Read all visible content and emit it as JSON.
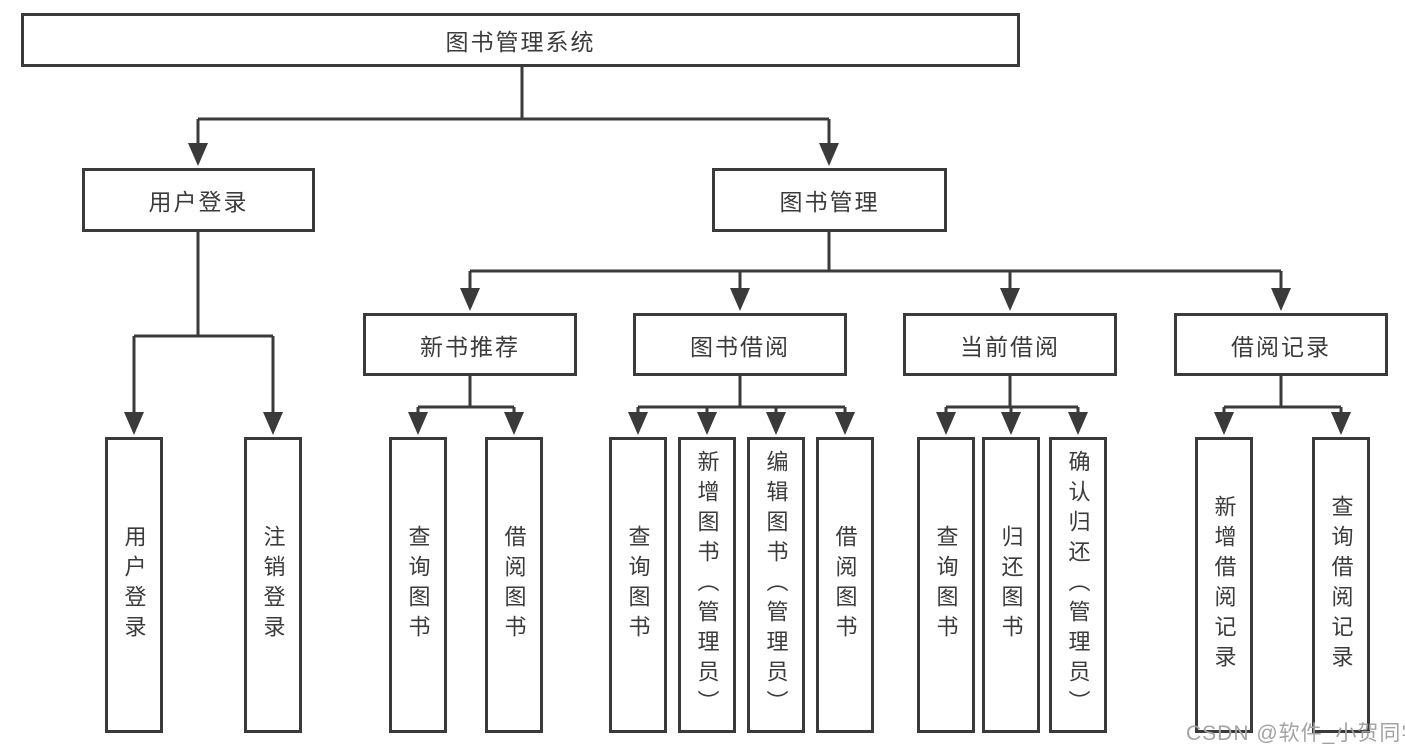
{
  "diagram": {
    "type": "hierarchy-tree",
    "orientation": "top-down",
    "background": "#ffffff"
  },
  "colors": {
    "line": "#3a3a3a",
    "box_border": "#3a3a3a",
    "box_fill": "#ffffff",
    "text": "#3b3b3b",
    "watermark": "#a3a3a3"
  },
  "levels": {
    "root": {
      "label": "图书管理系统"
    },
    "level2": [
      {
        "label": "用户登录"
      },
      {
        "label": "图书管理"
      }
    ],
    "level3": [
      {
        "label": "新书推荐"
      },
      {
        "label": "图书借阅"
      },
      {
        "label": "当前借阅"
      },
      {
        "label": "借阅记录"
      }
    ],
    "leaves": [
      {
        "label": "用户登录",
        "parent": "用户登录"
      },
      {
        "label": "注销登录",
        "parent": "用户登录"
      },
      {
        "label": "查询图书",
        "parent": "新书推荐"
      },
      {
        "label": "借阅图书",
        "parent": "新书推荐"
      },
      {
        "label": "查询图书",
        "parent": "图书借阅"
      },
      {
        "label": "新增图书（管理员）",
        "parent": "图书借阅"
      },
      {
        "label": "编辑图书（管理员）",
        "parent": "图书借阅"
      },
      {
        "label": "借阅图书",
        "parent": "图书借阅"
      },
      {
        "label": "查询图书",
        "parent": "当前借阅"
      },
      {
        "label": "归还图书",
        "parent": "当前借阅"
      },
      {
        "label": "确认归还（管理员）",
        "parent": "当前借阅"
      },
      {
        "label": "新增借阅记录",
        "parent": "借阅记录"
      },
      {
        "label": "查询借阅记录",
        "parent": "借阅记录"
      }
    ]
  },
  "hierarchy": {
    "图书管理系统": [
      "用户登录",
      "图书管理"
    ],
    "用户登录": [
      "用户登录",
      "注销登录"
    ],
    "图书管理": [
      "新书推荐",
      "图书借阅",
      "当前借阅",
      "借阅记录"
    ],
    "新书推荐": [
      "查询图书",
      "借阅图书"
    ],
    "图书借阅": [
      "查询图书",
      "新增图书（管理员）",
      "编辑图书（管理员）",
      "借阅图书"
    ],
    "当前借阅": [
      "查询图书",
      "归还图书",
      "确认归还（管理员）"
    ],
    "借阅记录": [
      "新增借阅记录",
      "查询借阅记录"
    ]
  },
  "watermark": {
    "text": "CSDN @软件_小贺同学"
  }
}
